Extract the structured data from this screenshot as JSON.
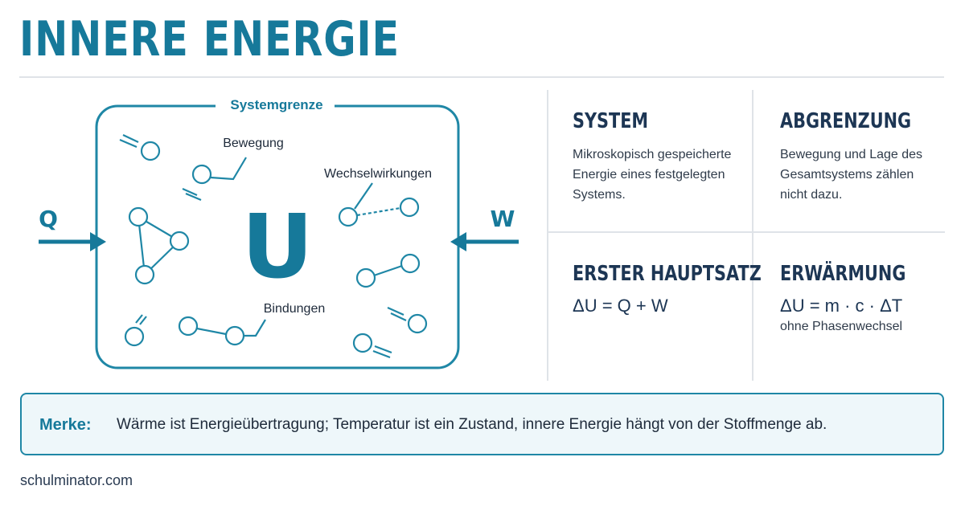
{
  "title": "INNERE ENERGIE",
  "diagram": {
    "boundary_label": "Systemgrenze",
    "center_symbol": "U",
    "heat_label": "Q",
    "work_label": "W",
    "label_motion": "Bewegung",
    "label_interactions": "Wechselwirkungen",
    "label_bonds": "Bindungen"
  },
  "cards": {
    "system": {
      "title": "SYSTEM",
      "text": [
        "Mikroskopisch gespeicherte",
        "Energie eines festgelegten",
        "Systems."
      ]
    },
    "abgrenzung": {
      "title": "ABGRENZUNG",
      "text": [
        "Bewegung und Lage des",
        "Gesamtsystems zählen",
        "nicht dazu."
      ]
    },
    "hauptsatz": {
      "title": "ERSTER HAUPTSATZ",
      "formula": "ΔU = Q + W"
    },
    "erwaermung": {
      "title": "ERWÄRMUNG",
      "formula": "ΔU = m · c · ΔT",
      "note": "ohne Phasenwechsel"
    }
  },
  "note": {
    "label": "Merke:",
    "text": "Wärme ist Energieübertragung; Temperatur ist ein Zustand, innere Energie hängt von der Stoffmenge ab."
  },
  "footer": "schulminator.com",
  "colors": {
    "accent": "#16799a",
    "heading": "#1d3654",
    "box": "#1f87a6"
  }
}
